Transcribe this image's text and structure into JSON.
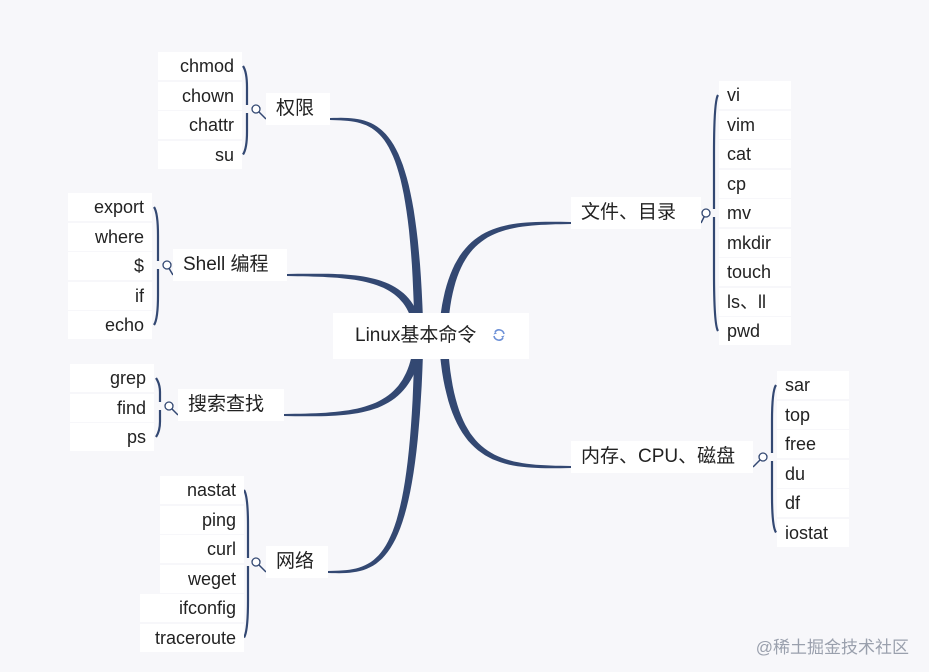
{
  "root": {
    "label": "Linux基本命令",
    "icon": "refresh-arrow-icon"
  },
  "colors": {
    "branch_line": "#334872",
    "background": "#f7f7fa"
  },
  "branches": {
    "permission": {
      "label": "权限",
      "children": [
        "chmod",
        "chown",
        "chattr",
        "su"
      ]
    },
    "shell": {
      "label": "Shell 编程",
      "children": [
        "export",
        "where",
        "$",
        "if",
        "echo"
      ]
    },
    "search": {
      "label": "搜索查找",
      "children": [
        "grep",
        "find",
        "ps"
      ]
    },
    "network": {
      "label": "网络",
      "children": [
        "nastat",
        "ping",
        "curl",
        "weget",
        "ifconfig",
        "traceroute"
      ]
    },
    "files": {
      "label": "文件、目录",
      "children": [
        "vi",
        "vim",
        "cat",
        "cp",
        "mv",
        "mkdir",
        "touch",
        "ls、ll",
        "pwd"
      ]
    },
    "system": {
      "label": "内存、CPU、磁盘",
      "children": [
        "sar",
        "top",
        "free",
        "du",
        "df",
        "iostat"
      ]
    }
  },
  "watermark": "@稀土掘金技术社区"
}
